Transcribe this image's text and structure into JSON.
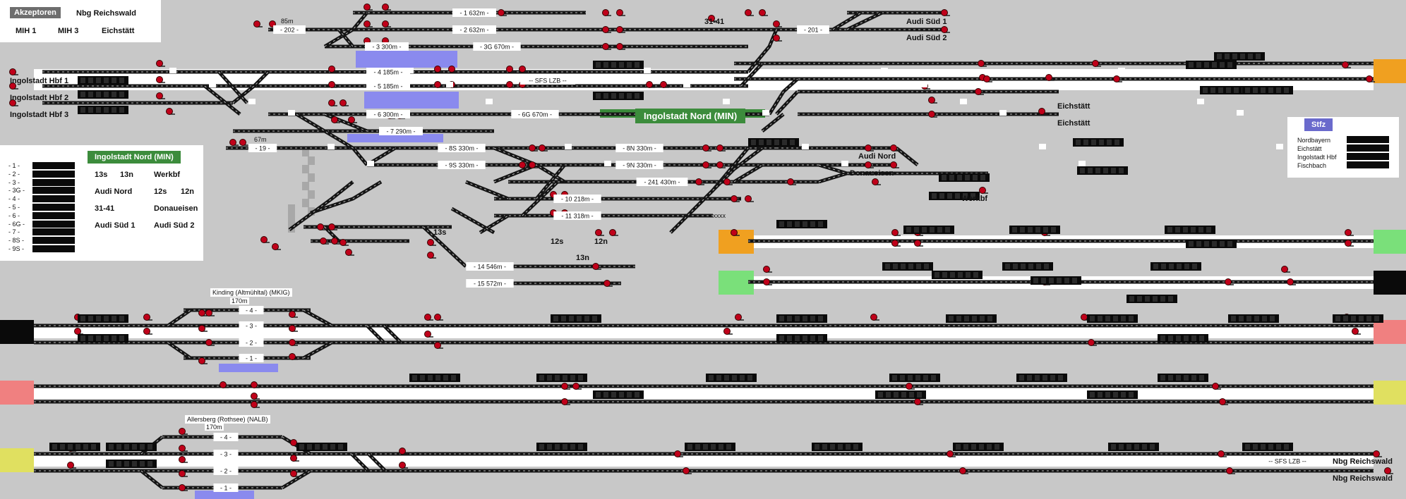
{
  "colors": {
    "background": "#c8c8c8",
    "track": "#141414",
    "signal_red": "#c0001a",
    "station_green": "#3c8c3c",
    "capacity_blue": "#8a8aee",
    "border_orange": "#f0a020",
    "border_green": "#7ae07a",
    "border_red": "#f08080",
    "border_yellow": "#e0e060"
  },
  "acceptors": {
    "title": "Akzeptoren",
    "items": [
      {
        "label": "Nbg Reichswald"
      },
      {
        "label": "MIH 1"
      },
      {
        "label": "MIH 3"
      },
      {
        "label": "Eichstätt"
      }
    ]
  },
  "min_panel": {
    "title": "Ingolstadt Nord (MIN)",
    "track_list": [
      "- 1 -",
      "- 2 -",
      "- 3 -",
      "- 3G -",
      "- 4 -",
      "- 5 -",
      "- 6 -",
      "- 6G -",
      "- 7 -",
      "- 8S -",
      "- 9S -"
    ],
    "signals": [
      {
        "label": "13s"
      },
      {
        "label": "13n"
      },
      {
        "label": "Werkbf"
      },
      {
        "label": "Audi Nord"
      },
      {
        "label": "12s"
      },
      {
        "label": "12n"
      },
      {
        "label": "31-41"
      },
      {
        "label": "Donaueisen"
      },
      {
        "label": "Audi Süd 1"
      },
      {
        "label": "Audi Süd 2"
      }
    ]
  },
  "stfz": {
    "title": "Stfz",
    "items": [
      "Nordbayern",
      "Eichstätt",
      "Ingolstadt Hbf",
      "Fischbach"
    ]
  },
  "station_labels": {
    "ingolstadt_nord": "Ingolstadt Nord (MIN)",
    "kinding": "Kinding (Altmühltal) (MKIG)",
    "allersberg": "Allersberg (Rothsee) (NALB)",
    "kinding_len": "170m",
    "allersberg_len": "170m"
  },
  "place_labels": {
    "ing1": "Ingolstadt Hbf 1",
    "ing2": "Ingolstadt Hbf 2",
    "ing3": "Ingolstadt Hbf 3",
    "audi_sud1": "Audi Süd 1",
    "audi_sud2": "Audi Süd 2",
    "eich1": "Eichstätt",
    "eich2": "Eichstätt",
    "audi_nord": "Audi Nord",
    "donaueisen": "Donaueisen",
    "werkbf": "Werkbf",
    "l3141": "31-41",
    "l13s": "13s",
    "l12s": "12s",
    "l12n": "12n",
    "l13n": "13n",
    "nbg1": "Nbg Reichswald",
    "nbg2": "Nbg Reichswald",
    "m85": "85m",
    "m67": "67m",
    "xxxx": "xxxx"
  },
  "track_labels": [
    {
      "t": "- 1 632m -"
    },
    {
      "t": "- 2 632m -"
    },
    {
      "t": "- 3 300m -"
    },
    {
      "t": "- 3G 670m -"
    },
    {
      "t": "- 4 185m -"
    },
    {
      "t": "- 5 185m -"
    },
    {
      "t": "- 6 300m -"
    },
    {
      "t": "- 6G 670m -"
    },
    {
      "t": "- 7 290m -"
    },
    {
      "t": "- 8S 330m -"
    },
    {
      "t": "- 8N 330m -"
    },
    {
      "t": "- 9S 330m -"
    },
    {
      "t": "- 9N 330m -"
    },
    {
      "t": "- 241 430m -"
    },
    {
      "t": "- 10 218m -"
    },
    {
      "t": "- 11 318m -"
    },
    {
      "t": "- 14 546m -"
    },
    {
      "t": "- 15 572m -"
    },
    {
      "t": "- 202 -"
    },
    {
      "t": "- 201 -"
    },
    {
      "t": "- 19 -"
    },
    {
      "t": "-- SFS LZB --"
    },
    {
      "t": "-- SFS LZB --"
    },
    {
      "t": "- 4 -"
    },
    {
      "t": "- 3 -"
    },
    {
      "t": "- 2 -"
    },
    {
      "t": "- 1 -"
    },
    {
      "t": "- 4 -"
    },
    {
      "t": "- 3 -"
    },
    {
      "t": "- 2 -"
    },
    {
      "t": "- 1 -"
    }
  ]
}
